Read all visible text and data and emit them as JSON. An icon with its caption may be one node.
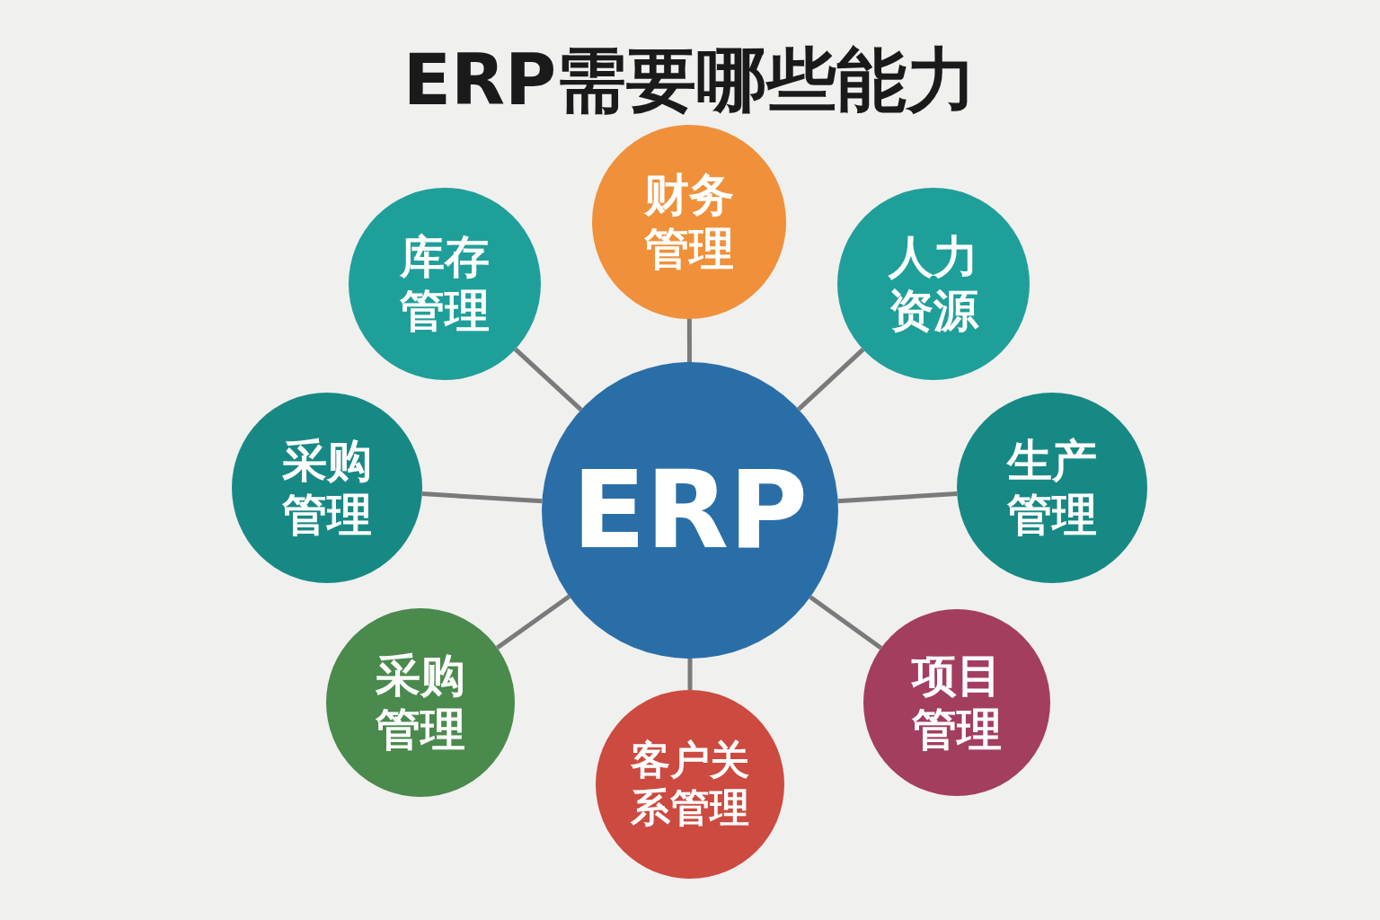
{
  "diagram": {
    "title": "ERP需要哪些能力",
    "nodes": [
      {
        "text": [
          "财务管理"
        ]
      },
      {
        "text": [
          "库存管理"
        ]
      },
      {
        "text": [
          "人力资源"
        ]
      },
      {
        "text": [
          "采购管理"
        ]
      },
      {
        "text": [
          "ERP"
        ]
      },
      {
        "text": [
          "生产管理"
        ]
      },
      {
        "text": [
          "采购管理"
        ]
      },
      {
        "text": [
          "项目管理"
        ]
      },
      {
        "text": [
          "客户关系管理"
        ]
      }
    ],
    "edges": [
      {
        "from": 4,
        "to": 0,
        "arrow": "none"
      },
      {
        "from": 4,
        "to": 1,
        "arrow": "none"
      },
      {
        "from": 4,
        "to": 2,
        "arrow": "none"
      },
      {
        "from": 4,
        "to": 3,
        "arrow": "none"
      },
      {
        "from": 4,
        "to": 5,
        "arrow": "none"
      },
      {
        "from": 4,
        "to": 6,
        "arrow": "none"
      },
      {
        "from": 4,
        "to": 7,
        "arrow": "none"
      },
      {
        "from": 4,
        "to": 8,
        "arrow": "none"
      }
    ]
  }
}
